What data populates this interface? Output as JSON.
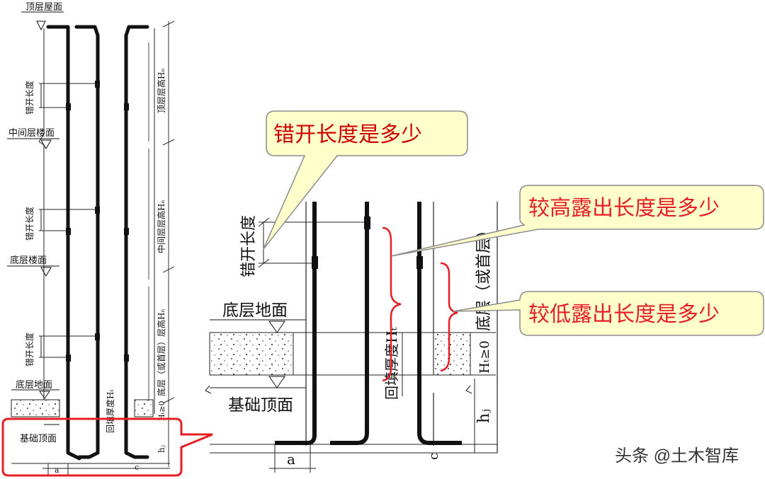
{
  "left_diagram": {
    "roof_label": "顶层屋面",
    "mid_floor_label": "中间层楼面",
    "bottom_floor_label": "底层楼面",
    "ground_label": "底层地面",
    "foundation_label": "基础顶面",
    "stagger_labels": [
      "错开长度",
      "错开长度",
      "错开长度"
    ],
    "top_height_label": "顶层层高Hₙ",
    "mid_height_label": "中间层层高Hₙ",
    "bottom_height_label": "底层（或首层）层高Hₙ",
    "backfill_label": "回填厚度Hₜ",
    "ht_label": "Hₜ≥0",
    "hj_label": "hⱼ",
    "a_label": "a",
    "c_label": "c"
  },
  "right_diagram": {
    "stagger_label": "错开长度",
    "ground_label": "底层地面",
    "foundation_label": "基础顶面",
    "backfill_label": "回填厚度Hₜ",
    "bottom_label": "底层（或首层）",
    "ht_label": "Hₜ≥0",
    "hj_label": "hⱼ",
    "a_label": "a",
    "c_label": "c"
  },
  "callouts": {
    "q1": "错开长度是多少",
    "q2": "较高露出长度是多少",
    "q3": "较低露出长度是多少"
  },
  "watermark": "头条 @土木智库",
  "colors": {
    "callout_fill": "#ffffcc",
    "callout_border": "#8c8c8c",
    "q1_text": "#cc0000",
    "highlight": "#e51f25",
    "brace": "#e51f25"
  }
}
